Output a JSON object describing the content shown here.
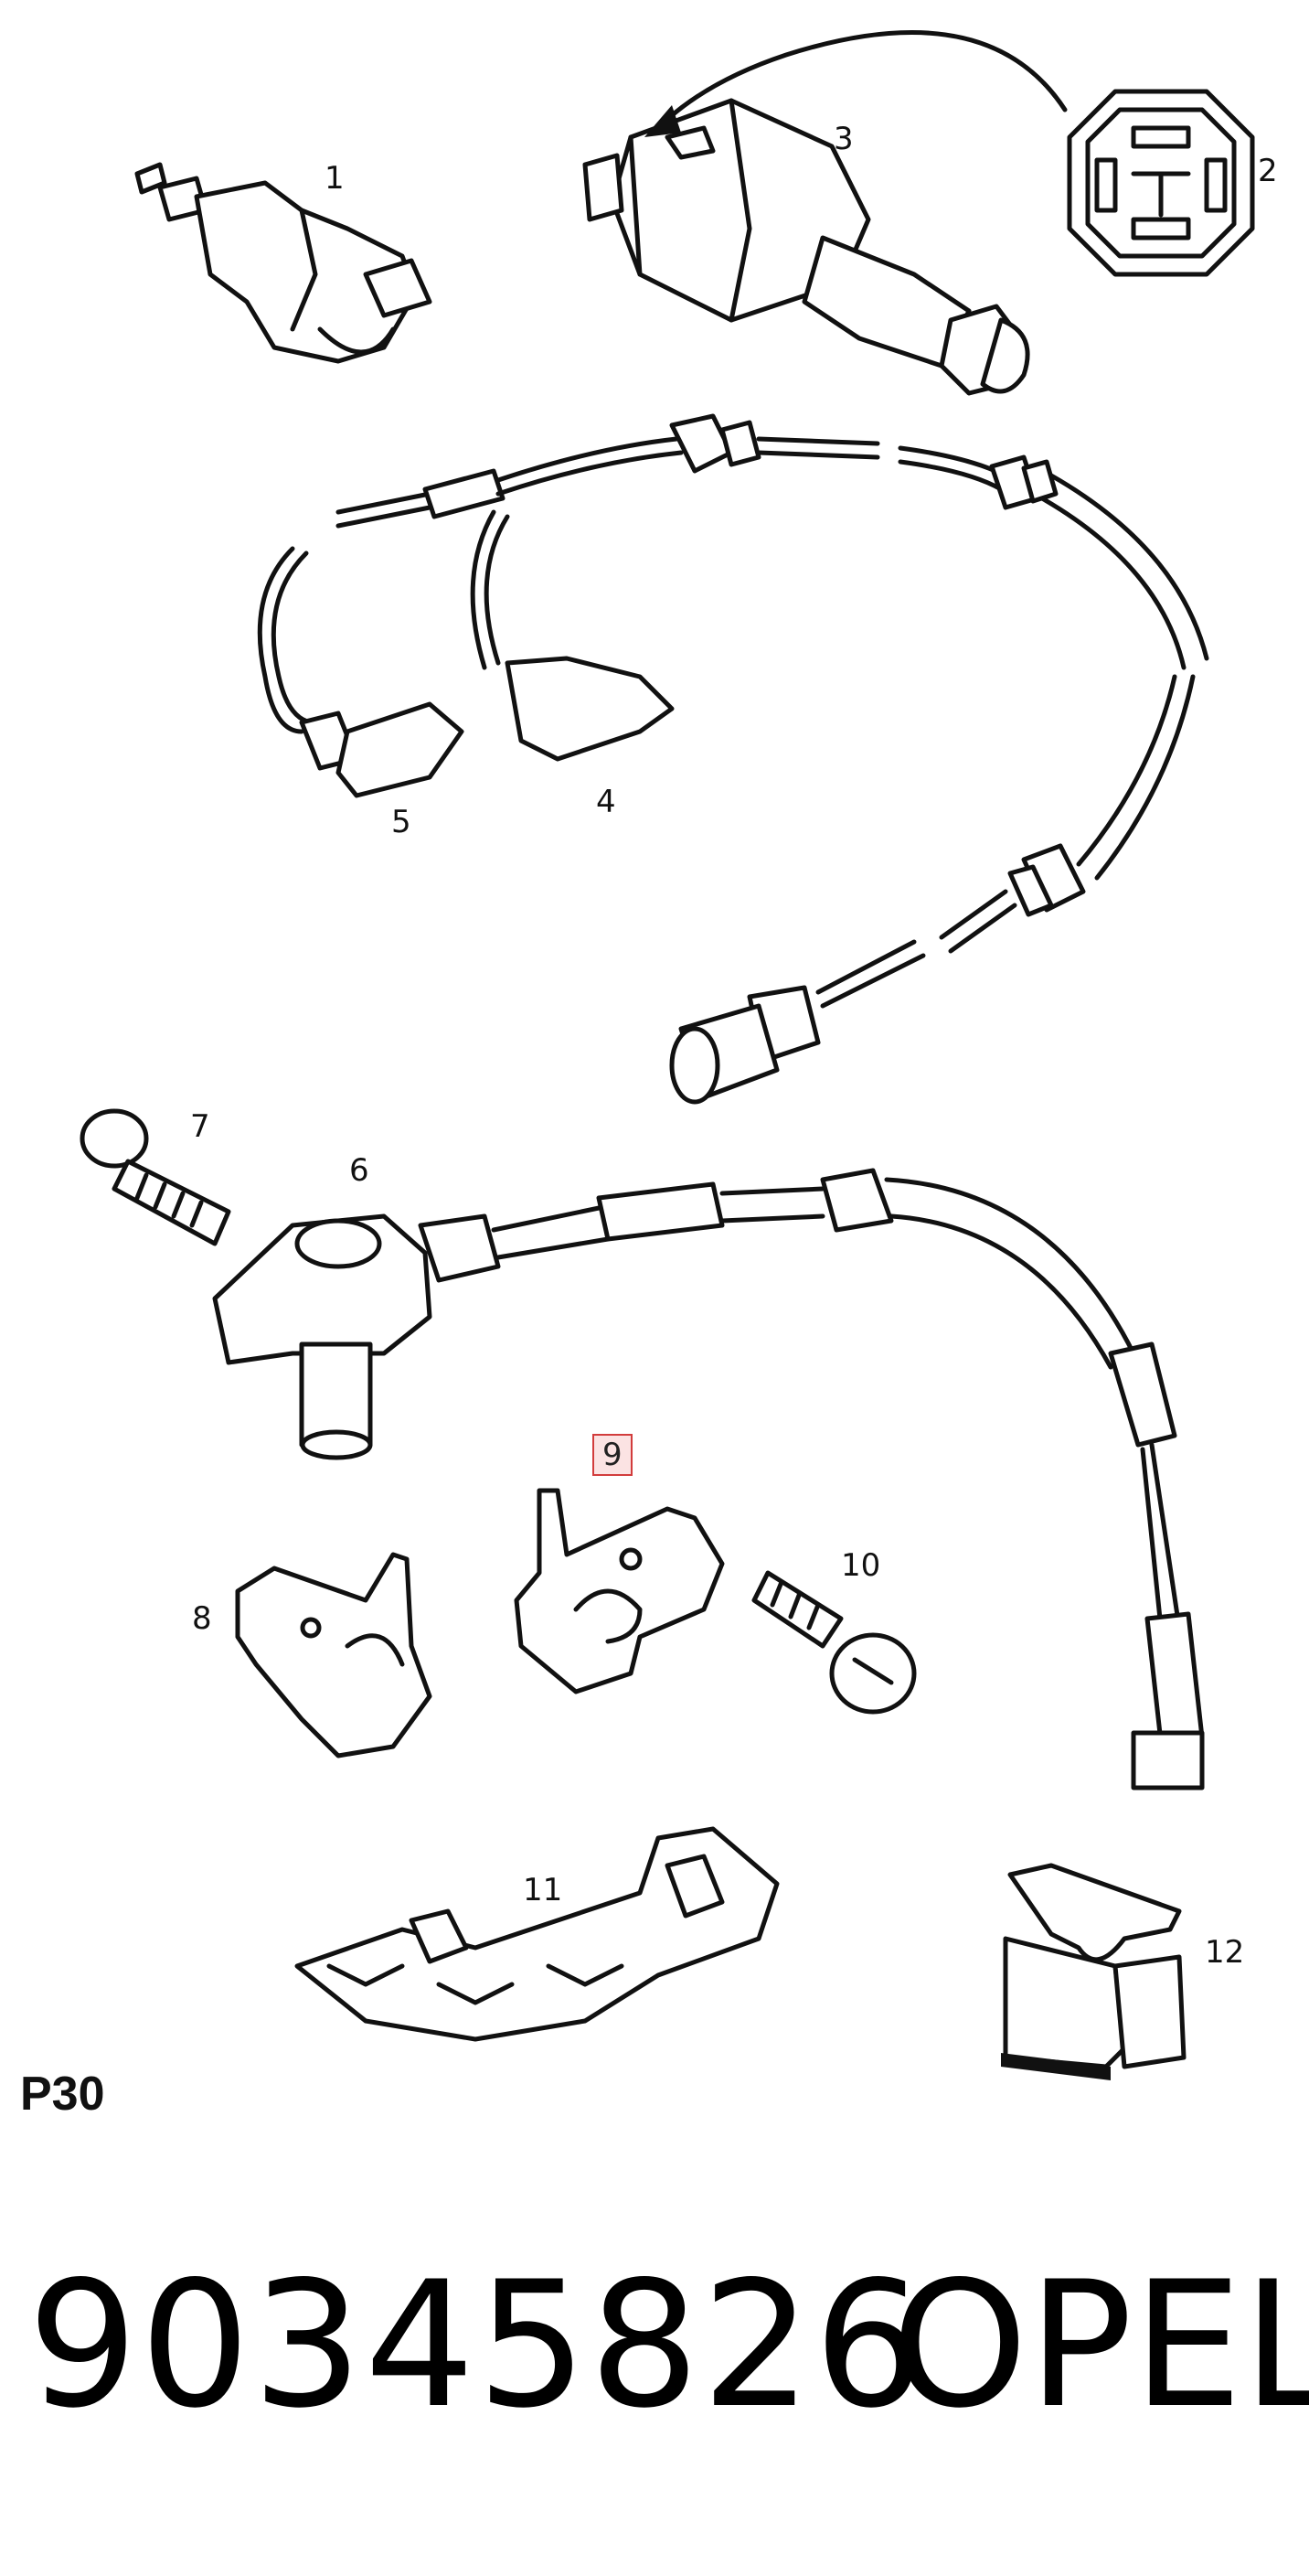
{
  "callouts": {
    "c1": "1",
    "c2": "2",
    "c3": "3",
    "c4": "4",
    "c5": "5",
    "c6": "6",
    "c7": "7",
    "c8": "8",
    "c9": "9",
    "c10": "10",
    "c11": "11",
    "c12": "12"
  },
  "highlighted_callout": "9",
  "section_code": "P30",
  "part_number": "90345826",
  "brand": "OPEL",
  "colors": {
    "line": "#111111",
    "highlight_border": "#d23c3c",
    "highlight_fill": "#fbe3e3"
  }
}
